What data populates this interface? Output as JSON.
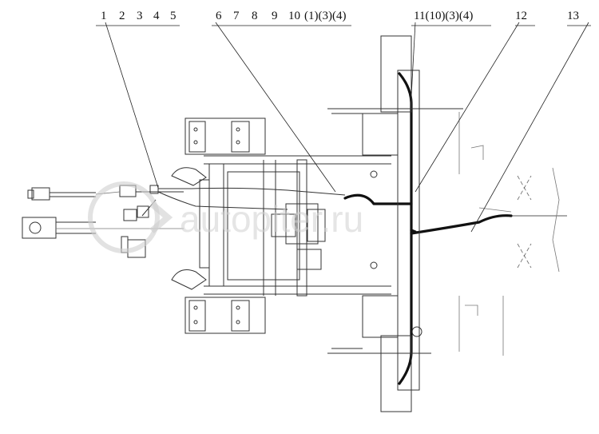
{
  "callouts": {
    "c1": "1",
    "c2": "2",
    "c3": "3",
    "c4": "4",
    "c5": "5",
    "c6": "6",
    "c7": "7",
    "c8": "8",
    "c9": "9",
    "c10": "10",
    "c10b": "(1)(3)(4)",
    "c11": "11(10)(3)(4)",
    "c12": "12",
    "c13": "13"
  },
  "watermark": {
    "text": "autopiter.ru"
  },
  "colors": {
    "line": "#111111",
    "watermark": "#cfcfcf",
    "background": "#ffffff"
  }
}
